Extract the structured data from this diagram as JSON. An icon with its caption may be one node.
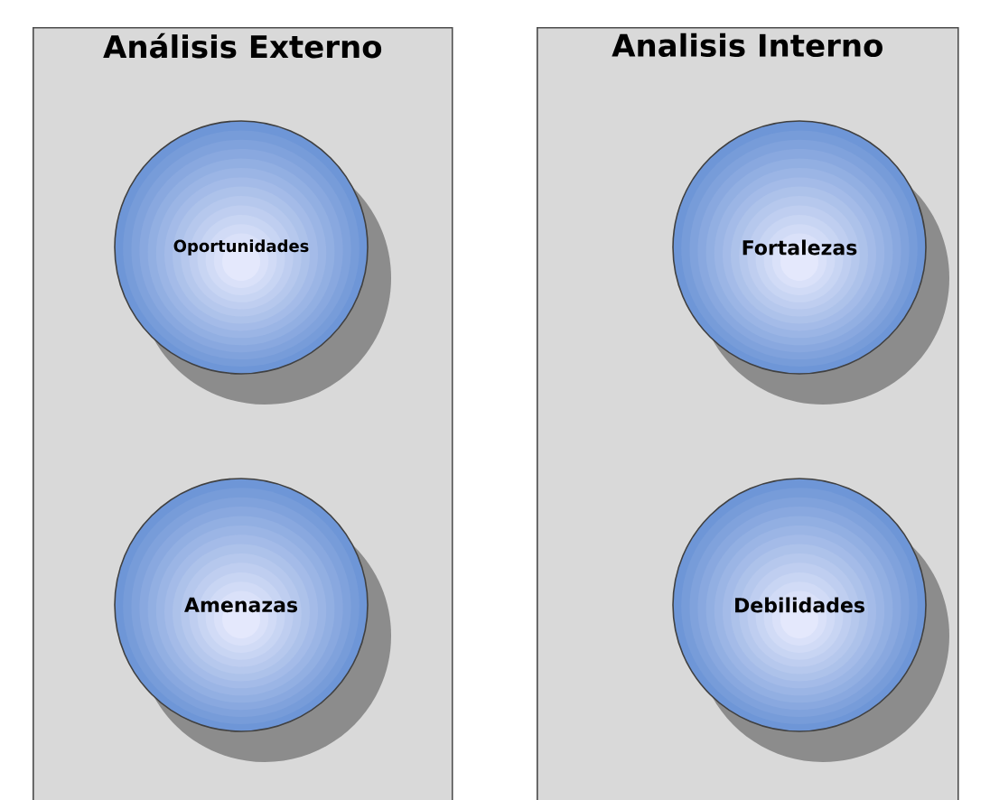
{
  "diagram": {
    "nodes": [
      {
        "text": [
          "Análisis Externo"
        ]
      },
      {
        "text": [
          "Oportunidades"
        ],
        "in": 0
      },
      {
        "text": [
          "Amenazas"
        ],
        "in": 0
      },
      {
        "text": [
          "Analisis Interno"
        ]
      },
      {
        "text": [
          "Fortalezas"
        ],
        "in": 3
      },
      {
        "text": [
          "Debilidades"
        ],
        "in": 3
      }
    ]
  }
}
